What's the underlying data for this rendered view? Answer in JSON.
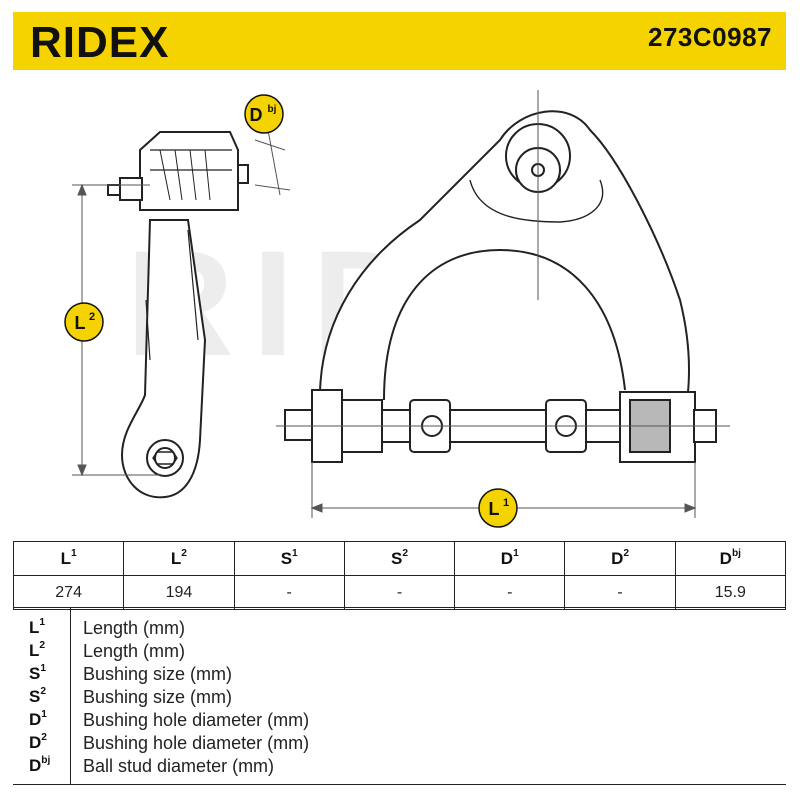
{
  "header": {
    "brand": "RIDEX",
    "part_number": "273C0987",
    "background_color": "#f4d300"
  },
  "watermark": "RIDEX",
  "dimension_badges": [
    {
      "base": "D",
      "sup": "bj"
    },
    {
      "base": "L",
      "sup": "2"
    },
    {
      "base": "L",
      "sup": "1"
    }
  ],
  "spec_table": {
    "headers": [
      {
        "base": "L",
        "sup": "1"
      },
      {
        "base": "L",
        "sup": "2"
      },
      {
        "base": "S",
        "sup": "1"
      },
      {
        "base": "S",
        "sup": "2"
      },
      {
        "base": "D",
        "sup": "1"
      },
      {
        "base": "D",
        "sup": "2"
      },
      {
        "base": "D",
        "sup": "bj"
      }
    ],
    "values": [
      "274",
      "194",
      "-",
      "-",
      "-",
      "-",
      "15.9"
    ]
  },
  "legend": [
    {
      "base": "L",
      "sup": "1",
      "desc": "Length (mm)"
    },
    {
      "base": "L",
      "sup": "2",
      "desc": "Length (mm)"
    },
    {
      "base": "S",
      "sup": "1",
      "desc": "Bushing size (mm)"
    },
    {
      "base": "S",
      "sup": "2",
      "desc": "Bushing size (mm)"
    },
    {
      "base": "D",
      "sup": "1",
      "desc": "Bushing hole diameter (mm)"
    },
    {
      "base": "D",
      "sup": "2",
      "desc": "Bushing hole diameter (mm)"
    },
    {
      "base": "D",
      "sup": "bj",
      "desc": "Ball stud diameter (mm)"
    }
  ]
}
